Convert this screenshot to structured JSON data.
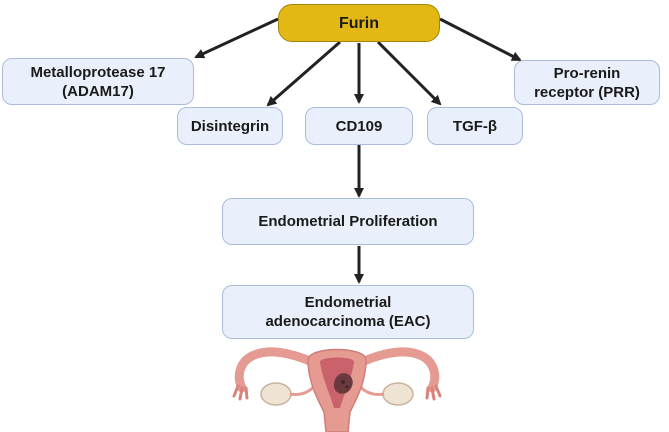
{
  "nodes": {
    "furin": "Furin",
    "adam17": [
      "Metalloprotease 17",
      "(ADAM17)"
    ],
    "disintegrin": "Disintegrin",
    "cd109": "CD109",
    "tgf": "TGF-β",
    "prr": [
      "Pro-renin",
      "receptor (PRR)"
    ],
    "proliferation": "Endometrial Proliferation",
    "eac": [
      "Endometrial",
      "adenocarcinoma (EAC)"
    ]
  },
  "colors": {
    "root_fill": "#e4b814",
    "node_fill": "#eaf0fb",
    "node_border": "#a9bcdc",
    "arrow": "#222222",
    "uterus_wall": "#e59a92",
    "uterus_cavity": "#c9626b",
    "tumor": "#6b3a3f"
  },
  "illustration": "uterus-with-tumor"
}
